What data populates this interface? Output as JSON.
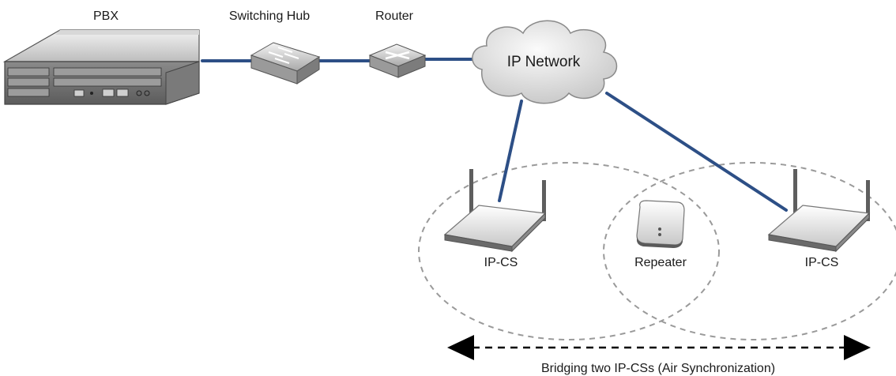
{
  "colors": {
    "link": "#2d4f86",
    "coverage_ring": "#9a9a9a",
    "cloud_fill": "#d9d9d9",
    "device_dark": "#6f6f6f",
    "device_light": "#eaeaea",
    "arrow": "#000000",
    "background": "#ffffff"
  },
  "devices": {
    "pbx": {
      "label": "PBX",
      "icon": "pbx-unit-icon"
    },
    "switching_hub": {
      "label": "Switching Hub",
      "icon": "switching-hub-icon"
    },
    "router": {
      "label": "Router",
      "icon": "router-icon"
    },
    "ip_network": {
      "label": "IP Network",
      "icon": "cloud-icon"
    },
    "ip_cs_left": {
      "label": "IP-CS",
      "icon": "cell-station-icon"
    },
    "repeater": {
      "label": "Repeater",
      "icon": "repeater-icon"
    },
    "ip_cs_right": {
      "label": "IP-CS",
      "icon": "cell-station-icon"
    }
  },
  "bridging": {
    "label": "Bridging two IP-CSs (Air Synchronization)",
    "arrow_style": "dashed double-headed"
  }
}
